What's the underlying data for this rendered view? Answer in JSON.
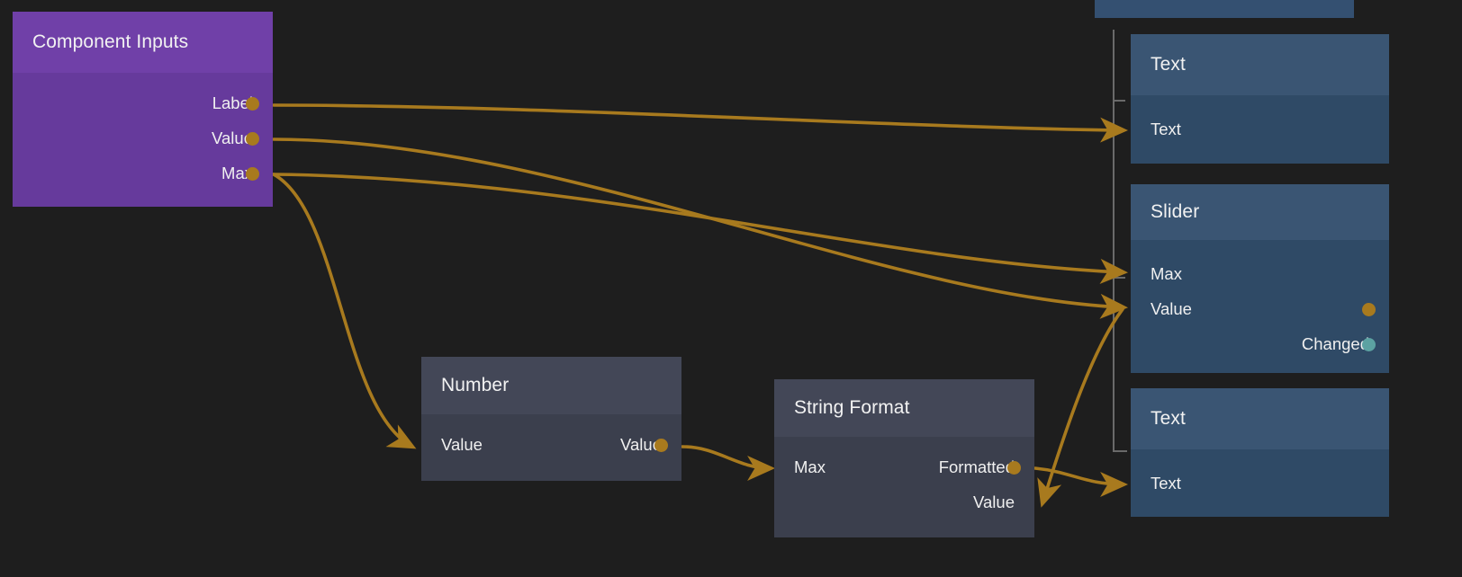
{
  "canvas": {
    "background": "#1e1e1e",
    "wire_color": "#a87a1e",
    "event_wire_color": "#5ca2a2"
  },
  "nodes": [
    {
      "id": "component-inputs",
      "title": "Component Inputs",
      "accent": "#7040a8",
      "body_color": "#663a9c",
      "inputs": [],
      "outputs": [
        {
          "label": "Label",
          "type": "data"
        },
        {
          "label": "Value",
          "type": "data"
        },
        {
          "label": "Max",
          "type": "data"
        }
      ]
    },
    {
      "id": "number",
      "title": "Number",
      "accent": "#434757",
      "body_color": "#3b3f4d",
      "inputs": [
        {
          "label": "Value",
          "type": "data"
        }
      ],
      "outputs": [
        {
          "label": "Value",
          "type": "data"
        }
      ]
    },
    {
      "id": "string-format",
      "title": "String Format",
      "accent": "#434757",
      "body_color": "#3b3f4d",
      "inputs": [
        {
          "label": "Max",
          "type": "data"
        }
      ],
      "outputs": [
        {
          "label": "Formatted",
          "type": "data"
        },
        {
          "label": "Value",
          "type": "data"
        }
      ]
    },
    {
      "id": "text-top",
      "title": "Text",
      "accent": "#3a5573",
      "body_color": "#2f4a66",
      "inputs": [
        {
          "label": "Text",
          "type": "data"
        }
      ],
      "outputs": []
    },
    {
      "id": "slider",
      "title": "Slider",
      "accent": "#3a5573",
      "body_color": "#2f4a66",
      "inputs": [
        {
          "label": "Max",
          "type": "data"
        },
        {
          "label": "Value",
          "type": "data"
        }
      ],
      "outputs": [
        {
          "label": "",
          "type": "data"
        },
        {
          "label": "Changed",
          "type": "event"
        }
      ]
    },
    {
      "id": "text-bottom",
      "title": "Text",
      "accent": "#3a5573",
      "body_color": "#2f4a66",
      "inputs": [
        {
          "label": "Text",
          "type": "data"
        }
      ],
      "outputs": []
    },
    {
      "id": "truncated-top",
      "title": "",
      "accent": "#345071",
      "body_color": "#345071",
      "inputs": [],
      "outputs": []
    }
  ],
  "connections": [
    {
      "from": "component-inputs.Label",
      "to": "text-top.Text"
    },
    {
      "from": "component-inputs.Value",
      "to": "slider.Value"
    },
    {
      "from": "component-inputs.Max",
      "to": "slider.Max"
    },
    {
      "from": "component-inputs.Max",
      "to": "number.Value"
    },
    {
      "from": "number.Value",
      "to": "string-format.Max"
    },
    {
      "from": "string-format.Formatted",
      "to": "text-bottom.Text"
    },
    {
      "from": "slider.Value",
      "to": "string-format.Value"
    }
  ],
  "labels": {
    "component_inputs_title": "Component Inputs",
    "component_inputs_out_label": "Label",
    "component_inputs_out_value": "Value",
    "component_inputs_out_max": "Max",
    "number_title": "Number",
    "number_in_value": "Value",
    "number_out_value": "Value",
    "string_format_title": "String Format",
    "string_format_in_max": "Max",
    "string_format_out_formatted": "Formatted",
    "string_format_out_value": "Value",
    "text_top_title": "Text",
    "text_top_in_text": "Text",
    "slider_title": "Slider",
    "slider_in_max": "Max",
    "slider_in_value": "Value",
    "slider_out_changed": "Changed",
    "text_bottom_title": "Text",
    "text_bottom_in_text": "Text"
  }
}
